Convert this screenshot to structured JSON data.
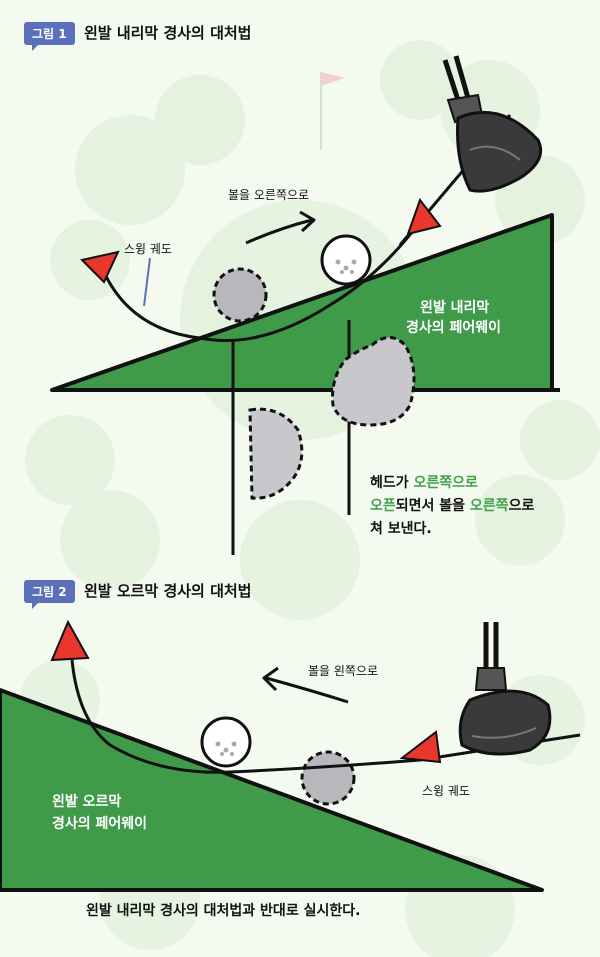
{
  "figure1": {
    "badge": "그림 1",
    "title": "왼발 내리막 경사의 대처법",
    "ball_direction": "볼을 오른쪽으로",
    "swing_path": "스윙 궤도",
    "slope_label_line1": "왼발 내리막",
    "slope_label_line2": "경사의 페어웨이",
    "note": {
      "l1_a": "헤드가 ",
      "l1_b": "오른쪽으로",
      "l2_a": "오픈",
      "l2_b": "되면서 볼을 ",
      "l2_c": "오른쪽",
      "l2_d": "으로",
      "l3": "쳐 보낸다."
    }
  },
  "figure2": {
    "badge": "그림 2",
    "title": "왼발 오르막 경사의 대처법",
    "ball_direction": "볼을 왼쪽으로",
    "swing_path": "스윙 궤도",
    "slope_label_line1": "왼발 오르막",
    "slope_label_line2": "경사의 페어웨이",
    "caption": "왼발 내리막 경사의 대처법과 반대로 실시한다."
  },
  "colors": {
    "grass": "#3f9a4a",
    "arrow_red": "#e8372c",
    "bunker": "#c8c8cc",
    "badge": "#5b70b8",
    "ball": "#ffffff",
    "background": "#f4faf0"
  }
}
